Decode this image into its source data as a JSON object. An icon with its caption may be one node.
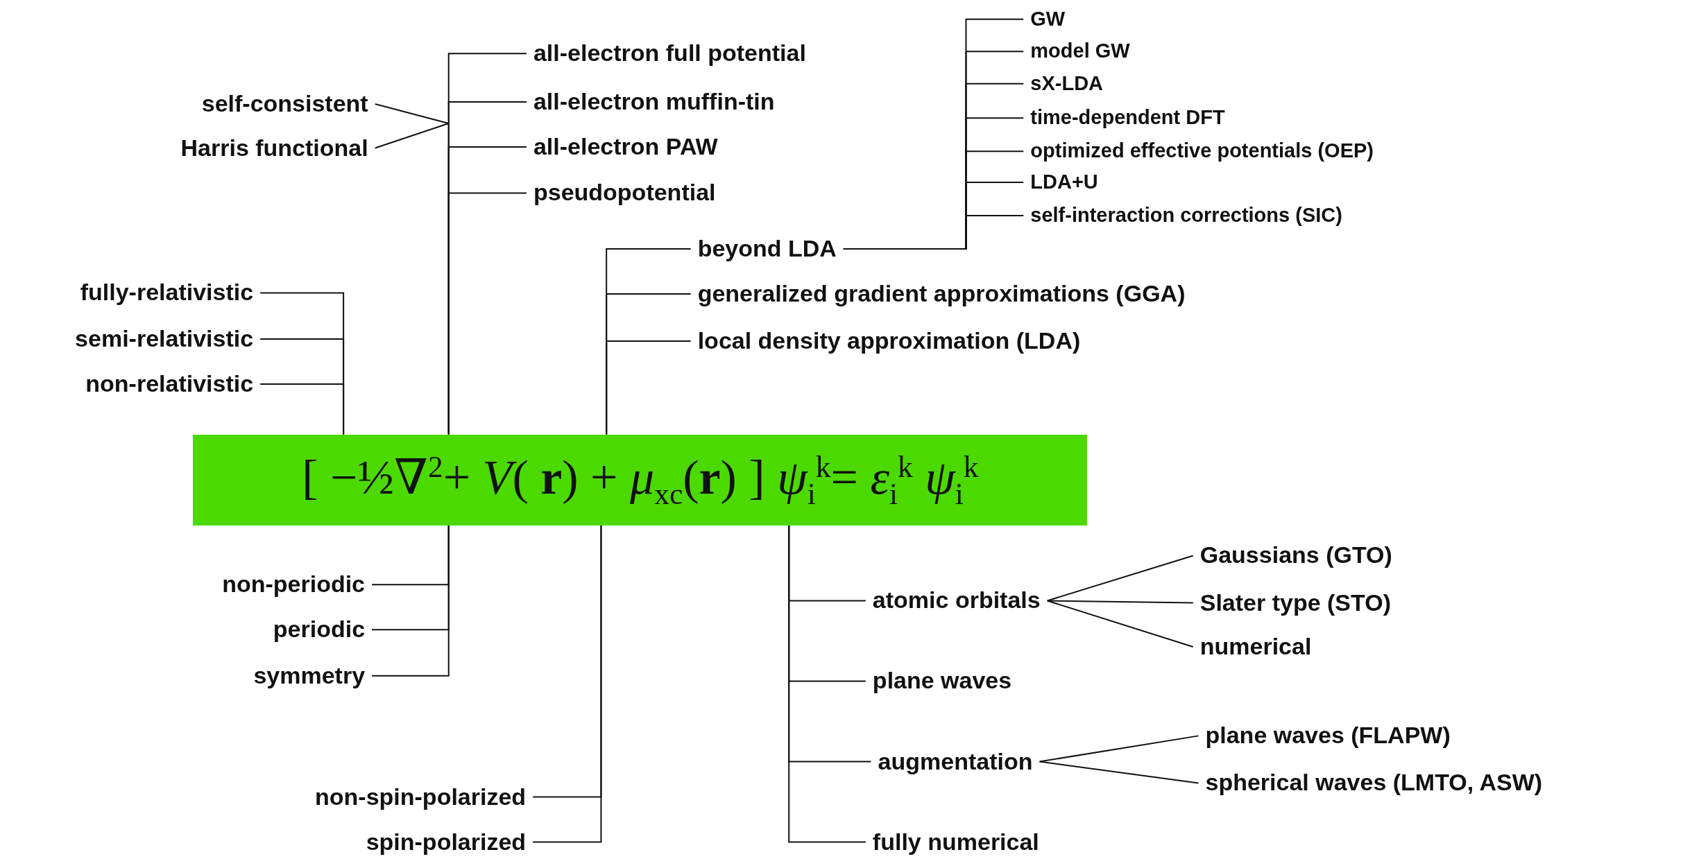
{
  "diagram": {
    "nodes": [
      {
        "text": [
          "GW"
        ]
      },
      {
        "text": [
          "model GW"
        ]
      },
      {
        "text": [
          "sX-LDA"
        ]
      },
      {
        "text": [
          "time-dependent DFT"
        ]
      },
      {
        "text": [
          "optimized effective potentials (OEP)"
        ]
      },
      {
        "text": [
          "LDA+U"
        ]
      },
      {
        "text": [
          "self-interaction corrections (SIC)"
        ]
      },
      {
        "text": [
          "all-electron full potential"
        ]
      },
      {
        "text": [
          "self-consistent"
        ]
      },
      {
        "text": [
          "all-electron muffin-tin"
        ]
      },
      {
        "text": [
          "Harris functional"
        ]
      },
      {
        "text": [
          "all-electron PAW"
        ]
      },
      {
        "text": [
          "pseudopotential"
        ]
      },
      {
        "text": [
          "beyond LDA"
        ]
      },
      {
        "text": [
          "fully-relativistic"
        ]
      },
      {
        "text": [
          "generalized gradient approximations (GGA)"
        ]
      },
      {
        "text": [
          "semi-relativistic"
        ]
      },
      {
        "text": [
          "local density approximation (LDA)"
        ]
      },
      {
        "text": [
          "non-relativistic"
        ]
      },
      {
        "text": [
          "[ −½∇$^{2}$+ *V*( **r**) + *μ*$_{xc}$(**r**) ] *ψ*$_{i}$$^{k}$= *ε*$_{i}$$^{k}$ *ψ*$_{i}$$^{k}$"
        ]
      },
      {
        "text": [
          "Gaussians (GTO)"
        ]
      },
      {
        "text": [
          "non-periodic"
        ]
      },
      {
        "text": [
          "atomic orbitals"
        ]
      },
      {
        "text": [
          "Slater type (STO)"
        ]
      },
      {
        "text": [
          "periodic"
        ]
      },
      {
        "text": [
          "numerical"
        ]
      },
      {
        "text": [
          "symmetry"
        ]
      },
      {
        "text": [
          "plane waves"
        ]
      },
      {
        "text": [
          "plane waves (FLAPW)"
        ]
      },
      {
        "text": [
          "augmentation"
        ]
      },
      {
        "text": [
          "spherical waves (LMTO, ASW)"
        ]
      },
      {
        "text": [
          "non-spin-polarized"
        ]
      },
      {
        "text": [
          "spin-polarized"
        ]
      },
      {
        "text": [
          "fully numerical"
        ]
      }
    ],
    "edges": [
      {
        "from": 19,
        "to": 7,
        "arrow": "none"
      },
      {
        "from": 19,
        "to": 9,
        "arrow": "none"
      },
      {
        "from": 19,
        "to": 11,
        "arrow": "none"
      },
      {
        "from": 19,
        "to": 12,
        "arrow": "none"
      },
      {
        "from": 8,
        "to": null,
        "arrow": "none"
      },
      {
        "from": 10,
        "to": null,
        "arrow": "none"
      },
      {
        "from": 19,
        "to": 14,
        "arrow": "none"
      },
      {
        "from": 19,
        "to": 16,
        "arrow": "none"
      },
      {
        "from": 19,
        "to": 18,
        "arrow": "none"
      },
      {
        "from": 19,
        "to": 13,
        "arrow": "none"
      },
      {
        "from": 19,
        "to": 15,
        "arrow": "none"
      },
      {
        "from": 19,
        "to": 17,
        "arrow": "none"
      },
      {
        "from": 13,
        "to": 0,
        "arrow": "none"
      },
      {
        "from": 13,
        "to": 1,
        "arrow": "none"
      },
      {
        "from": 13,
        "to": 2,
        "arrow": "none"
      },
      {
        "from": 13,
        "to": 3,
        "arrow": "none"
      },
      {
        "from": 13,
        "to": 4,
        "arrow": "none"
      },
      {
        "from": 13,
        "to": 5,
        "arrow": "none"
      },
      {
        "from": 13,
        "to": 6,
        "arrow": "none"
      },
      {
        "from": 19,
        "to": 21,
        "arrow": "none"
      },
      {
        "from": 19,
        "to": 24,
        "arrow": "none"
      },
      {
        "from": 19,
        "to": 26,
        "arrow": "none"
      },
      {
        "from": 19,
        "to": 31,
        "arrow": "none"
      },
      {
        "from": 19,
        "to": 32,
        "arrow": "none"
      },
      {
        "from": 19,
        "to": 22,
        "arrow": "none"
      },
      {
        "from": 19,
        "to": 27,
        "arrow": "none"
      },
      {
        "from": 19,
        "to": 29,
        "arrow": "none"
      },
      {
        "from": 19,
        "to": 33,
        "arrow": "none"
      },
      {
        "from": 22,
        "to": 20,
        "arrow": "none"
      },
      {
        "from": 22,
        "to": 23,
        "arrow": "none"
      },
      {
        "from": 22,
        "to": 25,
        "arrow": "none"
      },
      {
        "from": 29,
        "to": 28,
        "arrow": "none"
      },
      {
        "from": 29,
        "to": 30,
        "arrow": "none"
      }
    ]
  }
}
